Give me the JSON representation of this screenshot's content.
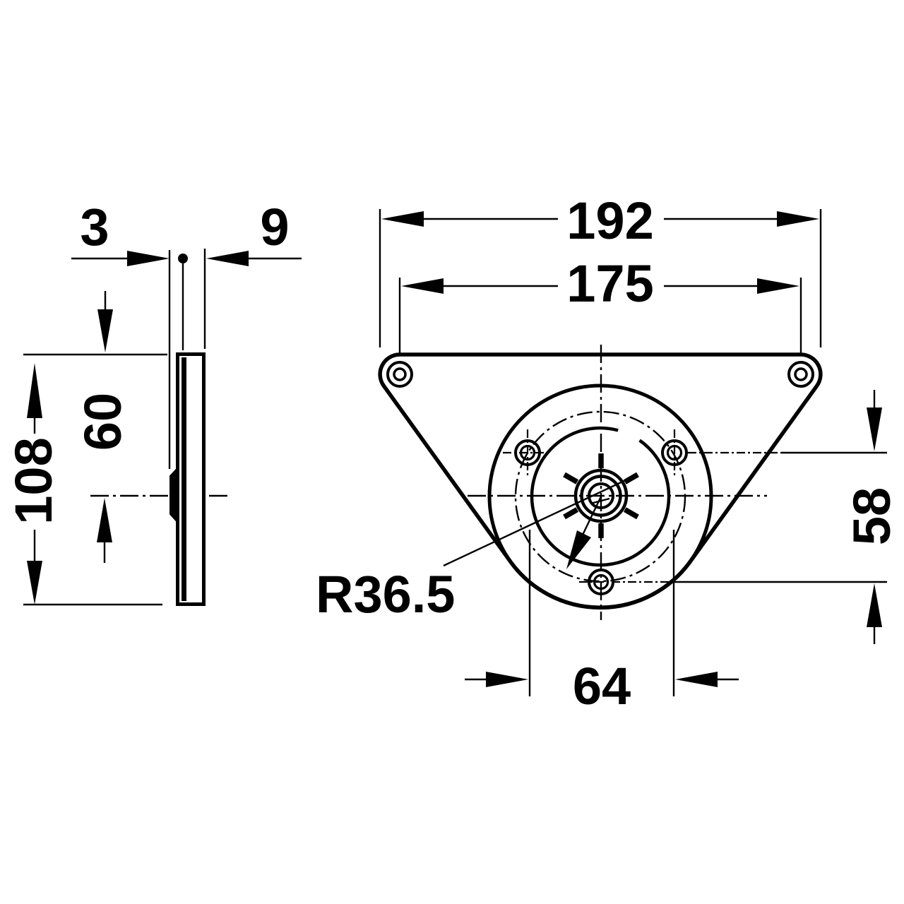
{
  "colors": {
    "line": "#000000",
    "background": "#ffffff"
  },
  "drawing": {
    "type": "technical-dimension-drawing",
    "views": {
      "side_view": {
        "dimensions": {
          "plate_thickness": "3",
          "total_thickness": "9",
          "top_to_center": "60",
          "overall_height": "108"
        }
      },
      "front_view": {
        "dimensions": {
          "overall_width": "192",
          "top_hole_spacing": "175",
          "hole_vertical_offset": "58",
          "lower_hole_spacing": "64",
          "bolt_circle_radius": "R36.5"
        }
      }
    }
  }
}
